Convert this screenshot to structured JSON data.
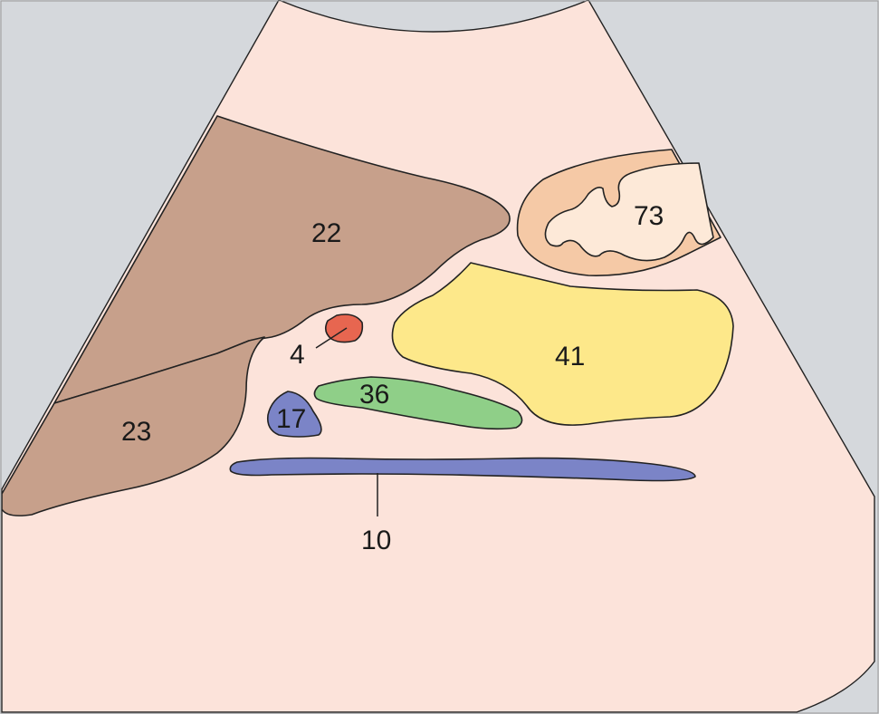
{
  "labels": {
    "l22": "22",
    "l23": "23",
    "l4": "4",
    "l73": "73",
    "l41": "41",
    "l36": "36",
    "l17": "17",
    "l10": "10"
  },
  "colors": {
    "background": "#d5d8dc",
    "sector": "#fce3da",
    "region_22_23": "#c7a08b",
    "structure_4": "#e76650",
    "structure_73_outer": "#f5c9a6",
    "structure_73_inner": "#fde9d8",
    "structure_41": "#fde88a",
    "structure_36": "#8fcf88",
    "structures_17_10": "#7b84c7"
  }
}
